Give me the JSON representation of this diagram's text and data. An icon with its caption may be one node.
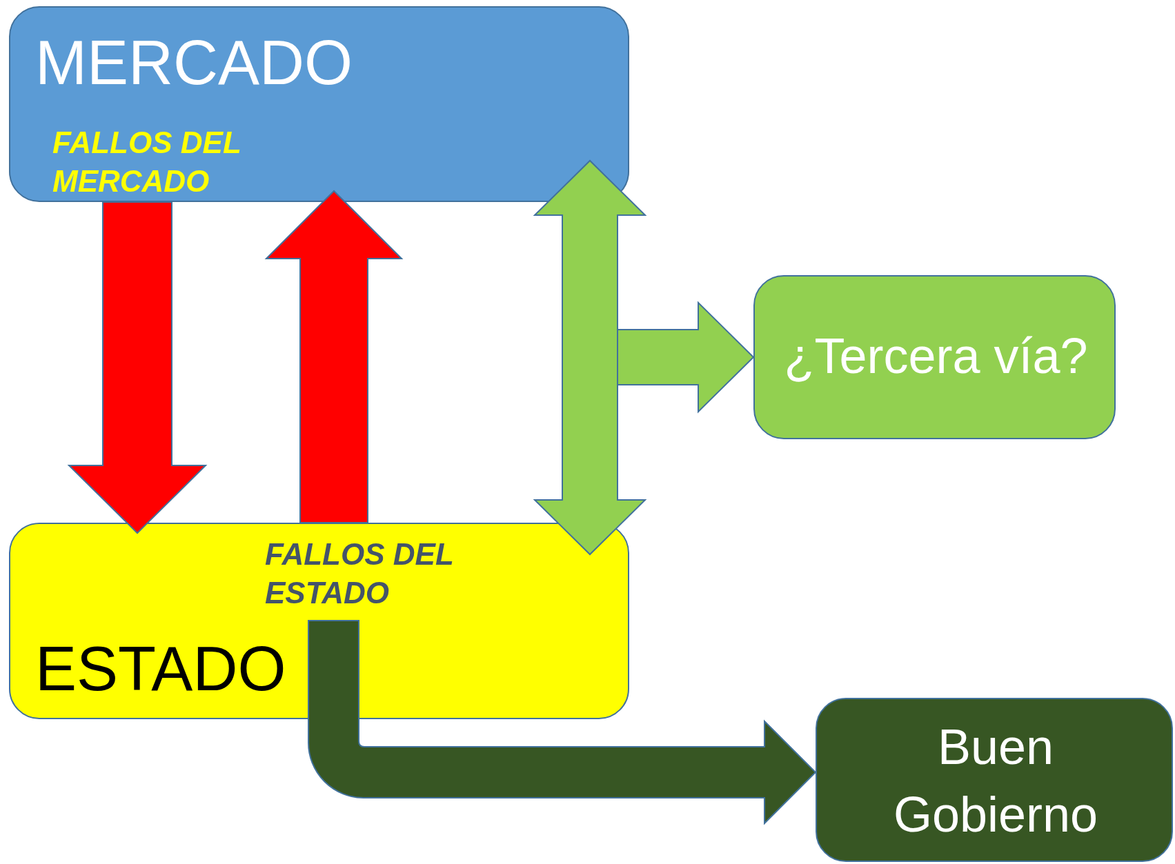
{
  "diagram": {
    "nodes": [
      {
        "text": [
          "MERCADO",
          "FALLOS DEL MERCADO"
        ]
      },
      {
        "text": [
          "FALLOS DEL ESTADO",
          "ESTADO"
        ]
      },
      {
        "text": [
          "¿Tercera vía?"
        ]
      },
      {
        "text": [
          "Buen Gobierno"
        ]
      }
    ],
    "edges": [
      {
        "from": 0,
        "to": 1,
        "arrow": "to",
        "style": "thick",
        "color": "#ff0000"
      },
      {
        "from": 1,
        "to": 0,
        "arrow": "to",
        "style": "thick",
        "color": "#ff0000"
      },
      {
        "from": 0,
        "to": 1,
        "arrow": "both",
        "style": "thick",
        "color": "#92d050"
      },
      {
        "from": 0,
        "to": 2,
        "arrow": "to",
        "style": "thick",
        "color": "#92d050"
      },
      {
        "from": 1,
        "to": 3,
        "arrow": "to",
        "style": "thick",
        "color": "#375623"
      }
    ]
  }
}
